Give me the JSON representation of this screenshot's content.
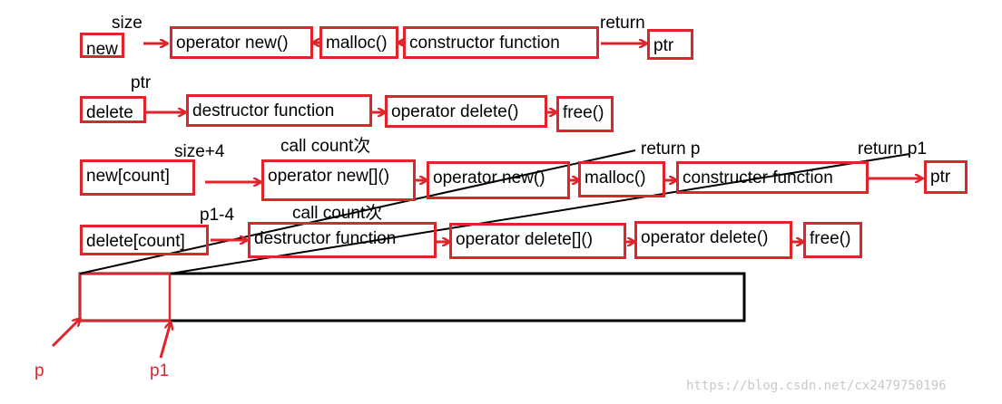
{
  "diagram": {
    "colors": {
      "box_border": "#e0242c",
      "arrow": "#e0242c",
      "line": "#000000",
      "text": "#000000",
      "pointer_text": "#e0242c"
    },
    "rows": {
      "new": {
        "nodes": [
          "new",
          "operator new()",
          "malloc()",
          "constructor function",
          "ptr"
        ],
        "labels": {
          "size": "size",
          "return": "return"
        }
      },
      "delete": {
        "nodes": [
          "delete",
          "destructor function",
          "operator delete()",
          "free()"
        ],
        "labels": {
          "ptr": "ptr"
        }
      },
      "new_array": {
        "nodes": [
          "new[count]",
          "operator new[]()",
          "operator new()",
          "malloc()",
          "constructer function",
          "ptr"
        ],
        "labels": {
          "size": "size+4",
          "call": "call count次",
          "return_p": "return p",
          "return_p1": "return p1"
        }
      },
      "delete_array": {
        "nodes": [
          "delete[count]",
          "destructor function",
          "operator delete[]()",
          "operator delete()",
          "free()"
        ],
        "labels": {
          "p1": "p1-4",
          "call": "call count次"
        }
      }
    },
    "memory": {
      "pointer_p": "p",
      "pointer_p1": "p1"
    },
    "watermark": "https://blog.csdn.net/cx2479750196"
  }
}
